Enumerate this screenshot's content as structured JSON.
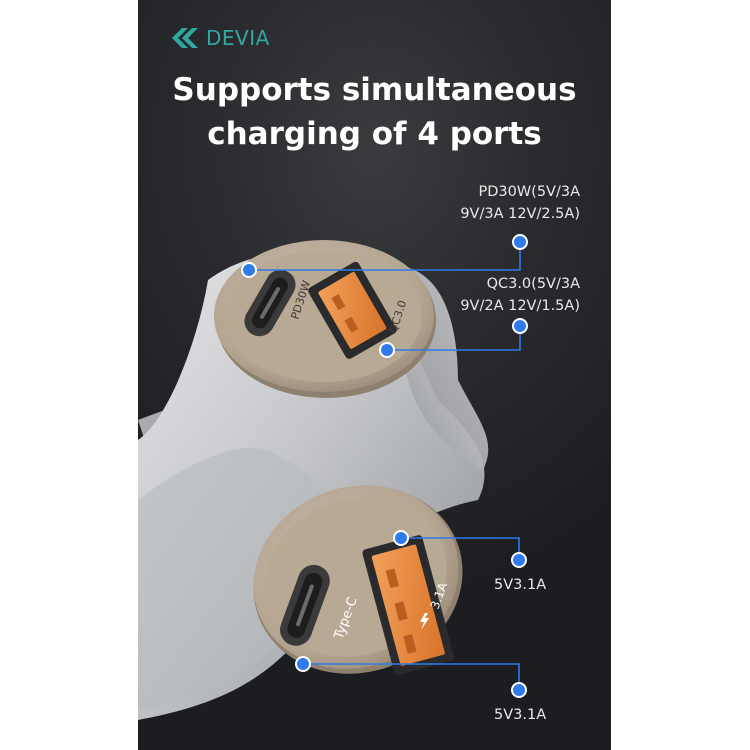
{
  "brand": {
    "name": "DEVIA",
    "color": "#2fa9a2"
  },
  "headline": {
    "line1": "Supports simultaneous",
    "line2": "charging of 4 ports"
  },
  "top_ports": {
    "pd_spec_line1": "PD30W(5V/3A",
    "pd_spec_line2": "9V/3A  12V/2.5A)",
    "qc_spec_line1": "QC3.0(5V/3A",
    "qc_spec_line2": "9V/2A 12V/1.5A)",
    "pd_port_marking": "PD30W",
    "qc_port_marking": "QC3.0"
  },
  "bottom_ports": {
    "usb_spec": "5V3.1A",
    "typec_spec": "5V3.1A",
    "typec_port_marking": "Type-C",
    "usb_port_marking": "3.1A"
  },
  "colors": {
    "callout": "#2f7bea",
    "usb_orange": "#e58a3c",
    "ring": "#b9aa98",
    "body": "#c9cbce"
  },
  "icons": [
    "devia-logo-icon",
    "lightning-icon"
  ]
}
